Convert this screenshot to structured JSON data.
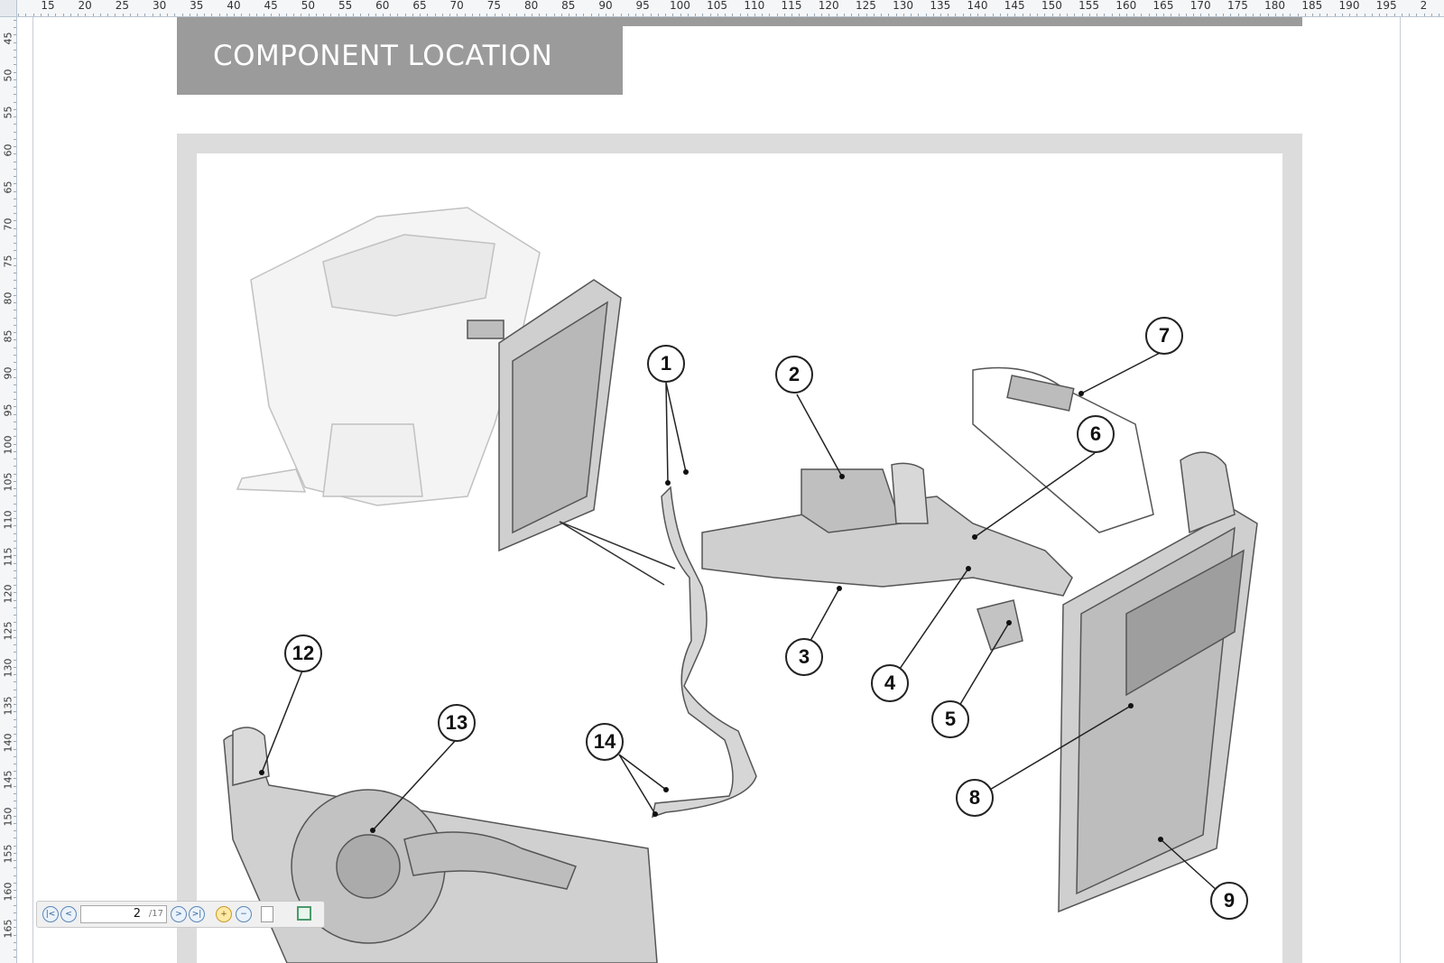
{
  "ruler": {
    "top_labels": [
      "15",
      "20",
      "25",
      "30",
      "35",
      "40",
      "45",
      "50",
      "55",
      "60",
      "65",
      "70",
      "75",
      "80",
      "85",
      "90",
      "95",
      "100",
      "105",
      "110",
      "115",
      "120",
      "125",
      "130",
      "135",
      "140",
      "145",
      "150",
      "155",
      "160",
      "165",
      "170",
      "175",
      "180",
      "185",
      "190",
      "195",
      "2"
    ],
    "left_labels": [
      "45",
      "50",
      "55",
      "60",
      "65",
      "70",
      "75",
      "80",
      "85",
      "90",
      "95",
      "100",
      "105",
      "110",
      "115",
      "120",
      "125",
      "130",
      "135",
      "140",
      "145",
      "150",
      "155",
      "160",
      "165"
    ]
  },
  "document": {
    "title": "COMPONENT LOCATION",
    "colors": {
      "header_gray": "#9b9b9b",
      "frame_gray": "#dcdcdc",
      "title_text": "#ffffff"
    }
  },
  "callouts": [
    "1",
    "2",
    "3",
    "4",
    "5",
    "6",
    "7",
    "8",
    "9",
    "12",
    "13",
    "14"
  ],
  "navigation": {
    "current_page": "2",
    "total_pages": "/17",
    "buttons": [
      "first-page",
      "previous-page",
      "next-page",
      "last-page",
      "zoom-in",
      "zoom-out",
      "select-tool",
      "fit-page"
    ]
  }
}
